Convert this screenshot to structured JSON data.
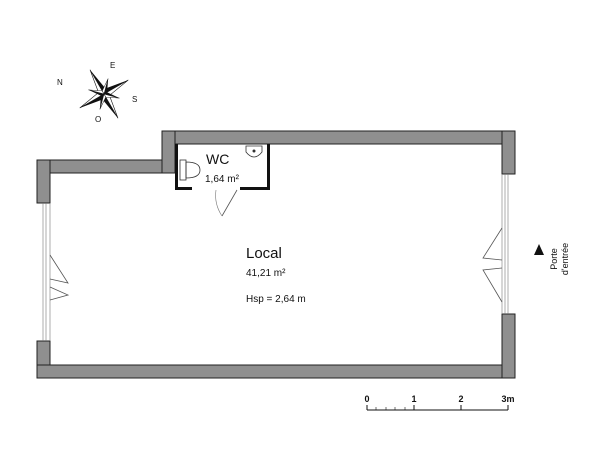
{
  "compass": {
    "n": "N",
    "e": "E",
    "s": "S",
    "o": "O"
  },
  "rooms": {
    "wc": {
      "name": "WC",
      "area": "1,64 m²"
    },
    "local": {
      "name": "Local",
      "area": "41,21 m²",
      "height": "Hsp = 2,64 m"
    }
  },
  "entrance": {
    "line1": "Porte",
    "line2": "d'entrée"
  },
  "scale": {
    "ticks": [
      "0",
      "1",
      "2",
      "3m"
    ]
  },
  "colors": {
    "wall": "#8f8f8f",
    "outline": "#222222"
  }
}
